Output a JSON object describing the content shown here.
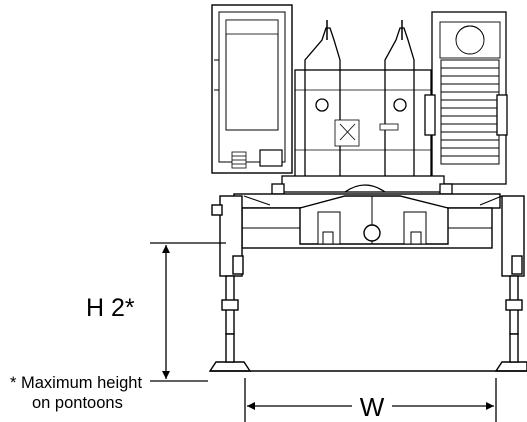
{
  "dimensions": {
    "height_label": "H 2*",
    "width_label": "W"
  },
  "footnote": {
    "line1": "* Maximum height",
    "line2": "on pontoons"
  }
}
